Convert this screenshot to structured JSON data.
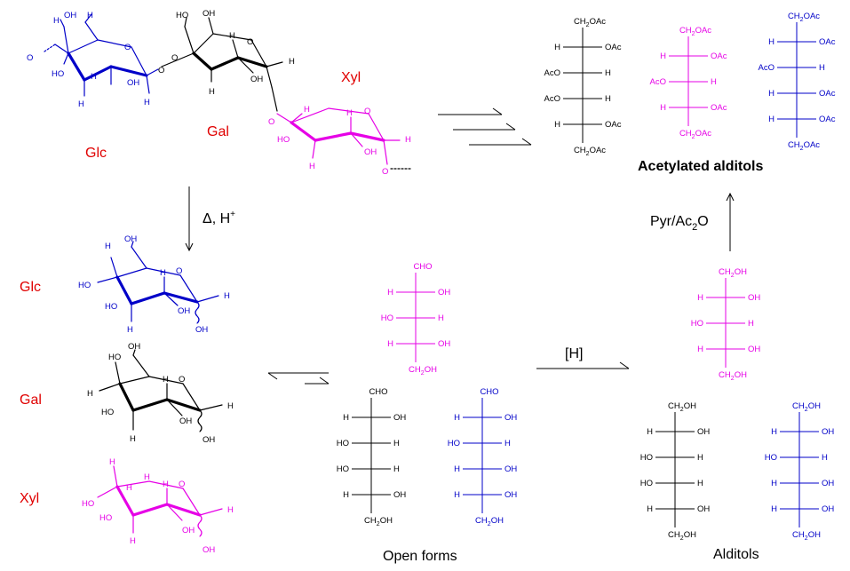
{
  "colors": {
    "glc": "#0000c8",
    "gal": "#000000",
    "xyl": "#e600e6",
    "sugar_label": "#e00000",
    "text": "#000000"
  },
  "polymer": {
    "glc_label": "Glc",
    "gal_label": "Gal",
    "xyl_label": "Xyl"
  },
  "hydrolysis": {
    "delta": "Δ",
    "reagent": "H",
    "charge": "+"
  },
  "monomers": {
    "glc_label": "Glc",
    "gal_label": "Gal",
    "xyl_label": "Xyl"
  },
  "reduction": {
    "label": "[H]"
  },
  "acetylation": {
    "reagent_main": "Pyr/Ac",
    "reagent_sub": "2",
    "reagent_end": "O"
  },
  "captions": {
    "open_forms": "Open forms",
    "alditols": "Alditols",
    "acetylated": "Acetylated alditols"
  },
  "chem": {
    "OH": "OH",
    "HO": "HO",
    "H": "H",
    "O": "O",
    "CHO": "CHO",
    "OAc": "OAc",
    "AcO": "AcO",
    "CH2OH_a": "CH",
    "CH2OH_b": "2",
    "CH2OH_c": "OH",
    "CH2OAc_a": "CH",
    "CH2OAc_b": "2",
    "CH2OAc_c": "OAc"
  }
}
